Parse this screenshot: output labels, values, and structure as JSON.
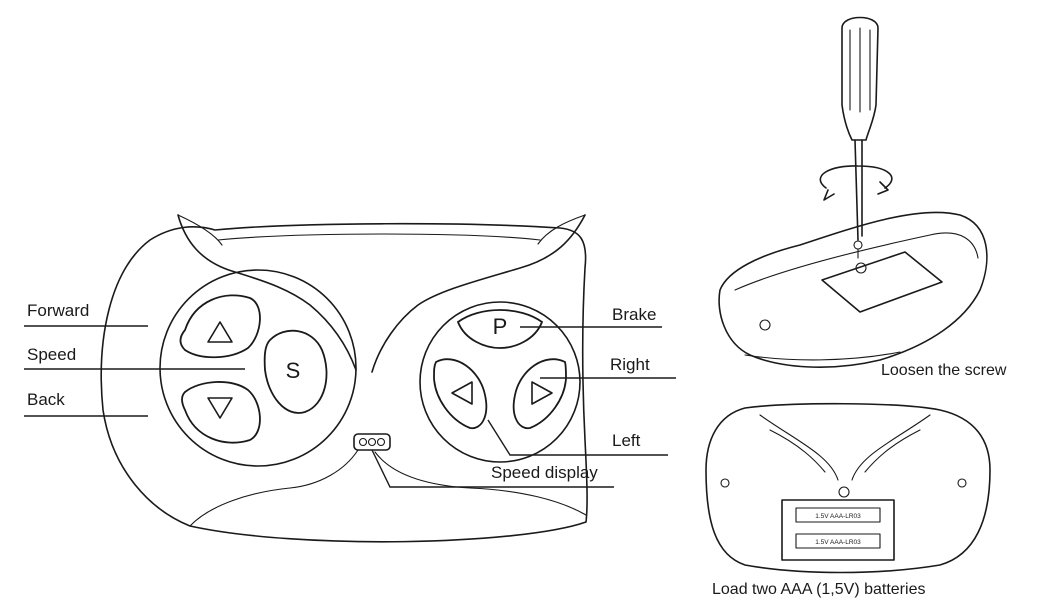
{
  "labels": {
    "forward": "Forward",
    "speed": "Speed",
    "back": "Back",
    "brake": "Brake",
    "right": "Right",
    "left": "Left",
    "speed_display": "Speed display"
  },
  "buttons": {
    "brake_glyph": "P",
    "speed_glyph": "S"
  },
  "steps": {
    "loosen": "Loosen the screw",
    "load": "Load two AAA (1,5V) batteries"
  },
  "battery": {
    "cell_1": "1.5V  AAA-LR03",
    "cell_2": "1.5V  AAA-LR03"
  },
  "colors": {
    "line": "#1a1a1a",
    "background": "#ffffff"
  }
}
